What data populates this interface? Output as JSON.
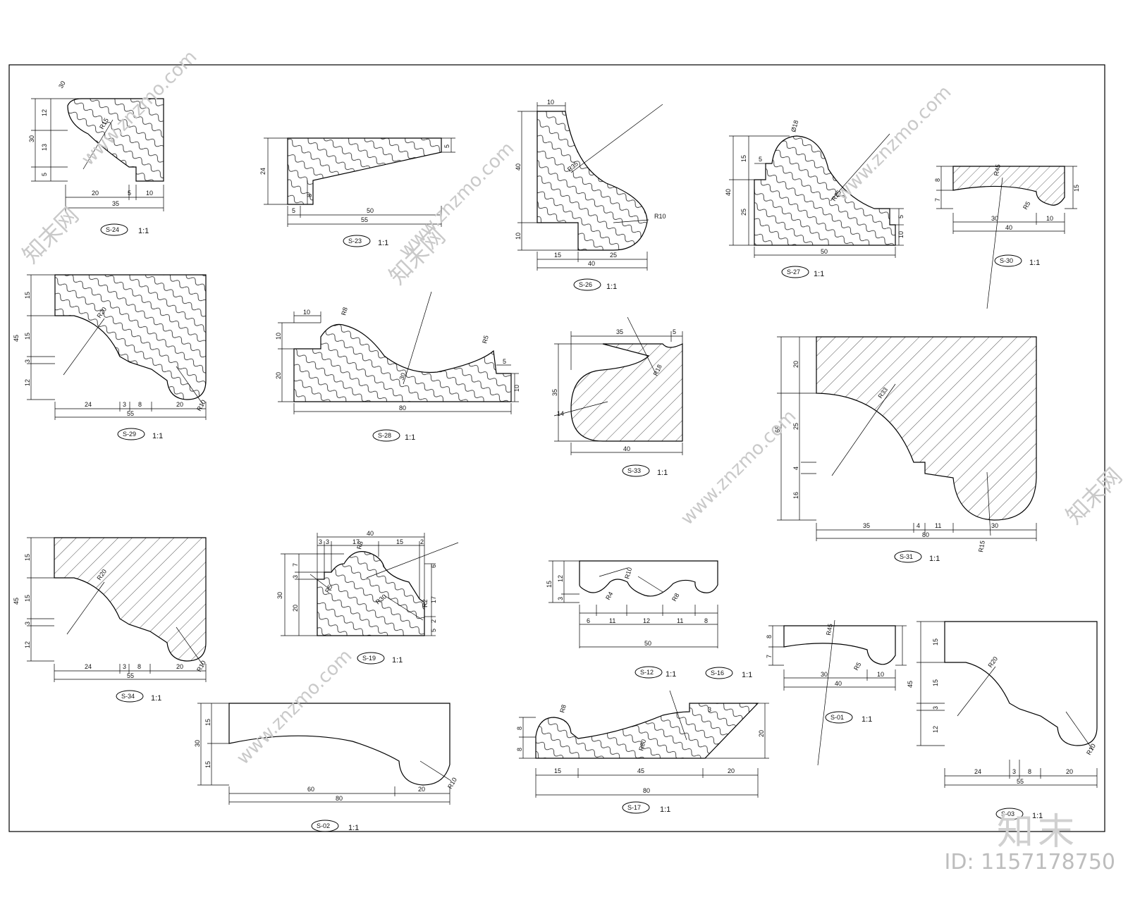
{
  "watermark": {
    "site": "www.znzmo.com",
    "brand": "知末网",
    "logo": "知末",
    "id_text": "ID: 1157178750"
  },
  "scale_text": "1:1",
  "profiles": [
    {
      "key": "s24",
      "tag": "S-24",
      "dims": [
        "12",
        "13",
        "5",
        "30",
        "20",
        "5",
        "10",
        "35",
        "R15",
        "30"
      ]
    },
    {
      "key": "s23",
      "tag": "S-23",
      "dims": [
        "24",
        "8",
        "5",
        "5",
        "50",
        "55"
      ]
    },
    {
      "key": "s26",
      "tag": "S-26",
      "dims": [
        "10",
        "40",
        "10",
        "R35",
        "R10",
        "15",
        "25",
        "40"
      ]
    },
    {
      "key": "s27",
      "tag": "S-27",
      "dims": [
        "15",
        "25",
        "40",
        "5",
        "5",
        "10",
        "50",
        "R25",
        "Ø18"
      ]
    },
    {
      "key": "s30",
      "tag": "S-30",
      "dims": [
        "8",
        "7",
        "15",
        "30",
        "10",
        "40",
        "R45",
        "R5"
      ]
    },
    {
      "key": "s29",
      "tag": "S-29",
      "dims": [
        "15",
        "15",
        "3",
        "12",
        "45",
        "24",
        "3",
        "8",
        "20",
        "55",
        "R20",
        "R10"
      ]
    },
    {
      "key": "s28",
      "tag": "S-28",
      "dims": [
        "10",
        "10",
        "20",
        "5",
        "10",
        "80",
        "R8",
        "R5",
        "30"
      ]
    },
    {
      "key": "s33",
      "tag": "S-33",
      "dims": [
        "35",
        "5",
        "35",
        "14",
        "40",
        "R18"
      ]
    },
    {
      "key": "s31",
      "tag": "S-31",
      "dims": [
        "20",
        "25",
        "4",
        "16",
        "65",
        "35",
        "4",
        "11",
        "30",
        "80",
        "R33",
        "R15"
      ]
    },
    {
      "key": "s34",
      "tag": "S-34",
      "dims": [
        "15",
        "15",
        "3",
        "12",
        "45",
        "24",
        "3",
        "8",
        "20",
        "55",
        "R20",
        "R10"
      ]
    },
    {
      "key": "s19",
      "tag": "S-19",
      "dims": [
        "40",
        "3",
        "3",
        "17",
        "15",
        "2",
        "7",
        "3",
        "20",
        "30",
        "6",
        "17",
        "2",
        "5",
        "R8",
        "R5",
        "R30",
        "R2"
      ]
    },
    {
      "key": "s12",
      "tag": "S-12",
      "dims": [
        "12",
        "3",
        "15",
        "6",
        "11",
        "12",
        "11",
        "8",
        "50",
        "R10",
        "R4",
        "R8"
      ]
    },
    {
      "key": "s16",
      "tag": "S-16",
      "dims": []
    },
    {
      "key": "s01",
      "tag": "S-01",
      "dims": [
        "8",
        "7",
        "30",
        "10",
        "40",
        "R45",
        "R5"
      ]
    },
    {
      "key": "s03",
      "tag": "S-03",
      "dims": [
        "15",
        "15",
        "3",
        "12",
        "45",
        "24",
        "3",
        "8",
        "20",
        "55",
        "R20",
        "R10"
      ]
    },
    {
      "key": "s02",
      "tag": "S-02",
      "dims": [
        "15",
        "15",
        "30",
        "60",
        "20",
        "80",
        "R10"
      ]
    },
    {
      "key": "s17",
      "tag": "S-17",
      "dims": [
        "8",
        "8",
        "20",
        "3",
        "15",
        "45",
        "20",
        "80",
        "R8",
        "R80"
      ]
    }
  ]
}
